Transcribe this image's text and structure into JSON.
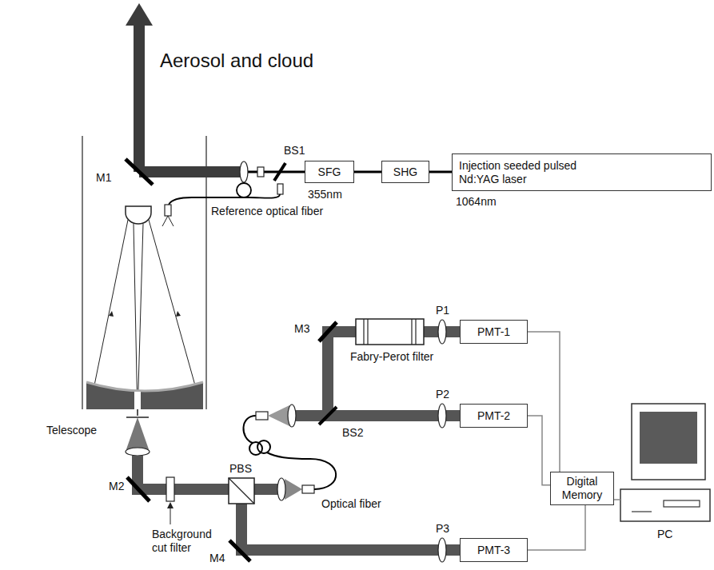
{
  "diagram": {
    "nodes": [
      {
        "text": [
          "Aerosol and cloud"
        ]
      },
      {
        "text": [
          "Injection seeded pulsed Nd:YAG laser"
        ]
      },
      {
        "text": [
          "SHG"
        ]
      },
      {
        "text": [
          "SFG"
        ]
      },
      {
        "text": [
          "PMT-1"
        ]
      },
      {
        "text": [
          "PMT-2"
        ]
      },
      {
        "text": [
          "PMT-3"
        ]
      },
      {
        "text": [
          "Digital Memory"
        ]
      }
    ],
    "edges": [
      {
        "from": 1,
        "to": 2,
        "arrow": "none"
      },
      {
        "from": 2,
        "to": 3,
        "arrow": "none"
      },
      {
        "from": 4,
        "to": 7,
        "arrow": "none"
      },
      {
        "from": 5,
        "to": 7,
        "arrow": "none"
      },
      {
        "from": 6,
        "to": 7,
        "arrow": "none"
      }
    ],
    "labels": [
      "BS1",
      "355nm",
      "1064nm",
      "M1",
      "Reference optical fiber",
      "Telescope",
      "M3",
      "Fabry-Perot filter",
      "P1",
      "P2",
      "P3",
      "BS2",
      "Optical fiber",
      "M2",
      "PBS",
      "M4",
      "Background cut filter",
      "PC"
    ]
  }
}
